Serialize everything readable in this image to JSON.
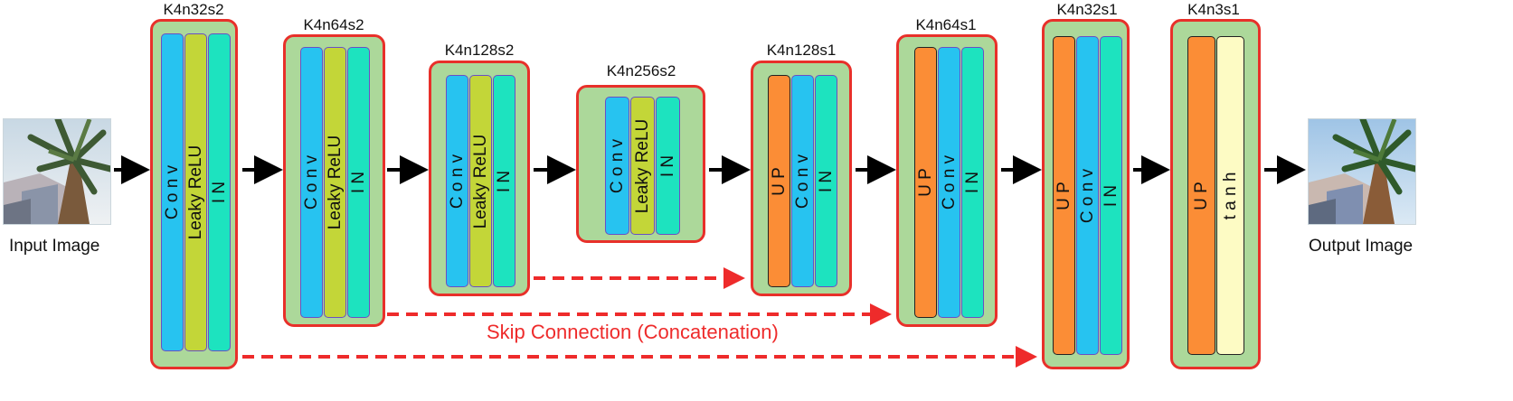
{
  "diagram": {
    "input_label": "Input Image",
    "output_label": "Output Image",
    "skip_label": "Skip Connection (Concatenation)",
    "colors": {
      "block_fill": "#acd89a",
      "block_border": "#e8302a",
      "conv": "#27c3f0",
      "leaky_relu": "#c3d638",
      "instance_norm": "#1de3bf",
      "upsample": "#fb8d36",
      "tanh": "#fdfbc4",
      "arrow": "#000000",
      "skip": "#ee2b2b"
    },
    "blocks": [
      {
        "title": "K4n32s2",
        "layers": [
          {
            "type": "conv",
            "label": "C o n v"
          },
          {
            "type": "lrelu",
            "label": "Leaky ReLU"
          },
          {
            "type": "inorm",
            "label": "I    N"
          }
        ]
      },
      {
        "title": "K4n64s2",
        "layers": [
          {
            "type": "conv",
            "label": "C o n v"
          },
          {
            "type": "lrelu",
            "label": "Leaky ReLU"
          },
          {
            "type": "inorm",
            "label": "I    N"
          }
        ]
      },
      {
        "title": "K4n128s2",
        "layers": [
          {
            "type": "conv",
            "label": "C o n v"
          },
          {
            "type": "lrelu",
            "label": "Leaky ReLU"
          },
          {
            "type": "inorm",
            "label": "I    N"
          }
        ]
      },
      {
        "title": "K4n256s2",
        "layers": [
          {
            "type": "conv",
            "label": "C o n v"
          },
          {
            "type": "lrelu",
            "label": "Leaky ReLU"
          },
          {
            "type": "inorm",
            "label": "I    N"
          }
        ]
      },
      {
        "title": "K4n128s1",
        "layers": [
          {
            "type": "up",
            "label": "U    P"
          },
          {
            "type": "conv",
            "label": "C o n v"
          },
          {
            "type": "inorm",
            "label": "I    N"
          }
        ]
      },
      {
        "title": "K4n64s1",
        "layers": [
          {
            "type": "up",
            "label": "U    P"
          },
          {
            "type": "conv",
            "label": "C o n v"
          },
          {
            "type": "inorm",
            "label": "I    N"
          }
        ]
      },
      {
        "title": "K4n32s1",
        "layers": [
          {
            "type": "up",
            "label": "U    P"
          },
          {
            "type": "conv",
            "label": "C o n v"
          },
          {
            "type": "inorm",
            "label": "I    N"
          }
        ]
      },
      {
        "title": "K4n3s1",
        "layers": [
          {
            "type": "up",
            "label": "U    P"
          },
          {
            "type": "tanh",
            "label": "t  a  n  h"
          }
        ]
      }
    ]
  }
}
